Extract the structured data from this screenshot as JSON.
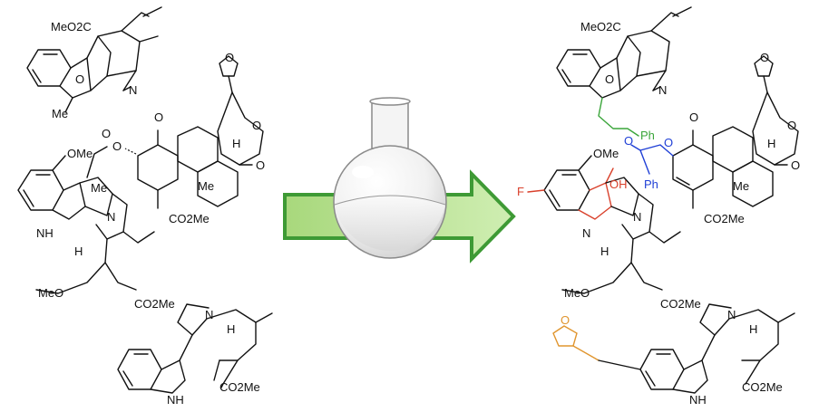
{
  "left_molecules": {
    "mol1": {
      "ester": "MeO2C",
      "oxygen": "O",
      "nitrogen": "N",
      "methyl": "Me"
    },
    "mol2": {
      "acetoxy_o": "O",
      "acetyl_me": "Me",
      "ketone_o": "O",
      "ring_o": "O",
      "lactone_o": "O",
      "h_label": "H",
      "me_label": "Me",
      "ester": "CO2Me",
      "furan_o": "O"
    },
    "mol3": {
      "methoxy": "OMe",
      "nh": "NH",
      "n": "N",
      "h": "H",
      "enol_ether": "MeO",
      "ester": "CO2Me"
    },
    "mol4": {
      "n": "N",
      "h": "H",
      "nh": "NH",
      "ester": "CO2Me"
    }
  },
  "right_molecules": {
    "mol1": {
      "ester": "MeO2C",
      "oxygen": "O",
      "nitrogen": "N",
      "phenyl": "Ph"
    },
    "mol2": {
      "benzoyl_o": "O",
      "ester_o": "O",
      "phenyl": "Ph",
      "ketone_o": "O",
      "ring_o": "O",
      "lactone_o": "O",
      "h_label": "H",
      "me_label": "Me",
      "ester": "CO2Me",
      "furan_o": "O"
    },
    "mol3": {
      "fluoro": "F",
      "methoxy": "OMe",
      "hydroxy": "OH",
      "n_imine": "N",
      "n": "N",
      "h": "H",
      "enol_ether": "MeO",
      "ester": "CO2Me"
    },
    "mol4": {
      "furan_o": "O",
      "n": "N",
      "h": "H",
      "nh": "NH",
      "ester": "CO2Me"
    }
  },
  "colors": {
    "arrow_fill": "#a8d87c",
    "arrow_stroke": "#3e9a35",
    "phenethyl": "#3aa53a",
    "benzoyl": "#1f3fd6",
    "fluoro_hydroxy": "#d9402b",
    "furyl": "#e0952e"
  }
}
